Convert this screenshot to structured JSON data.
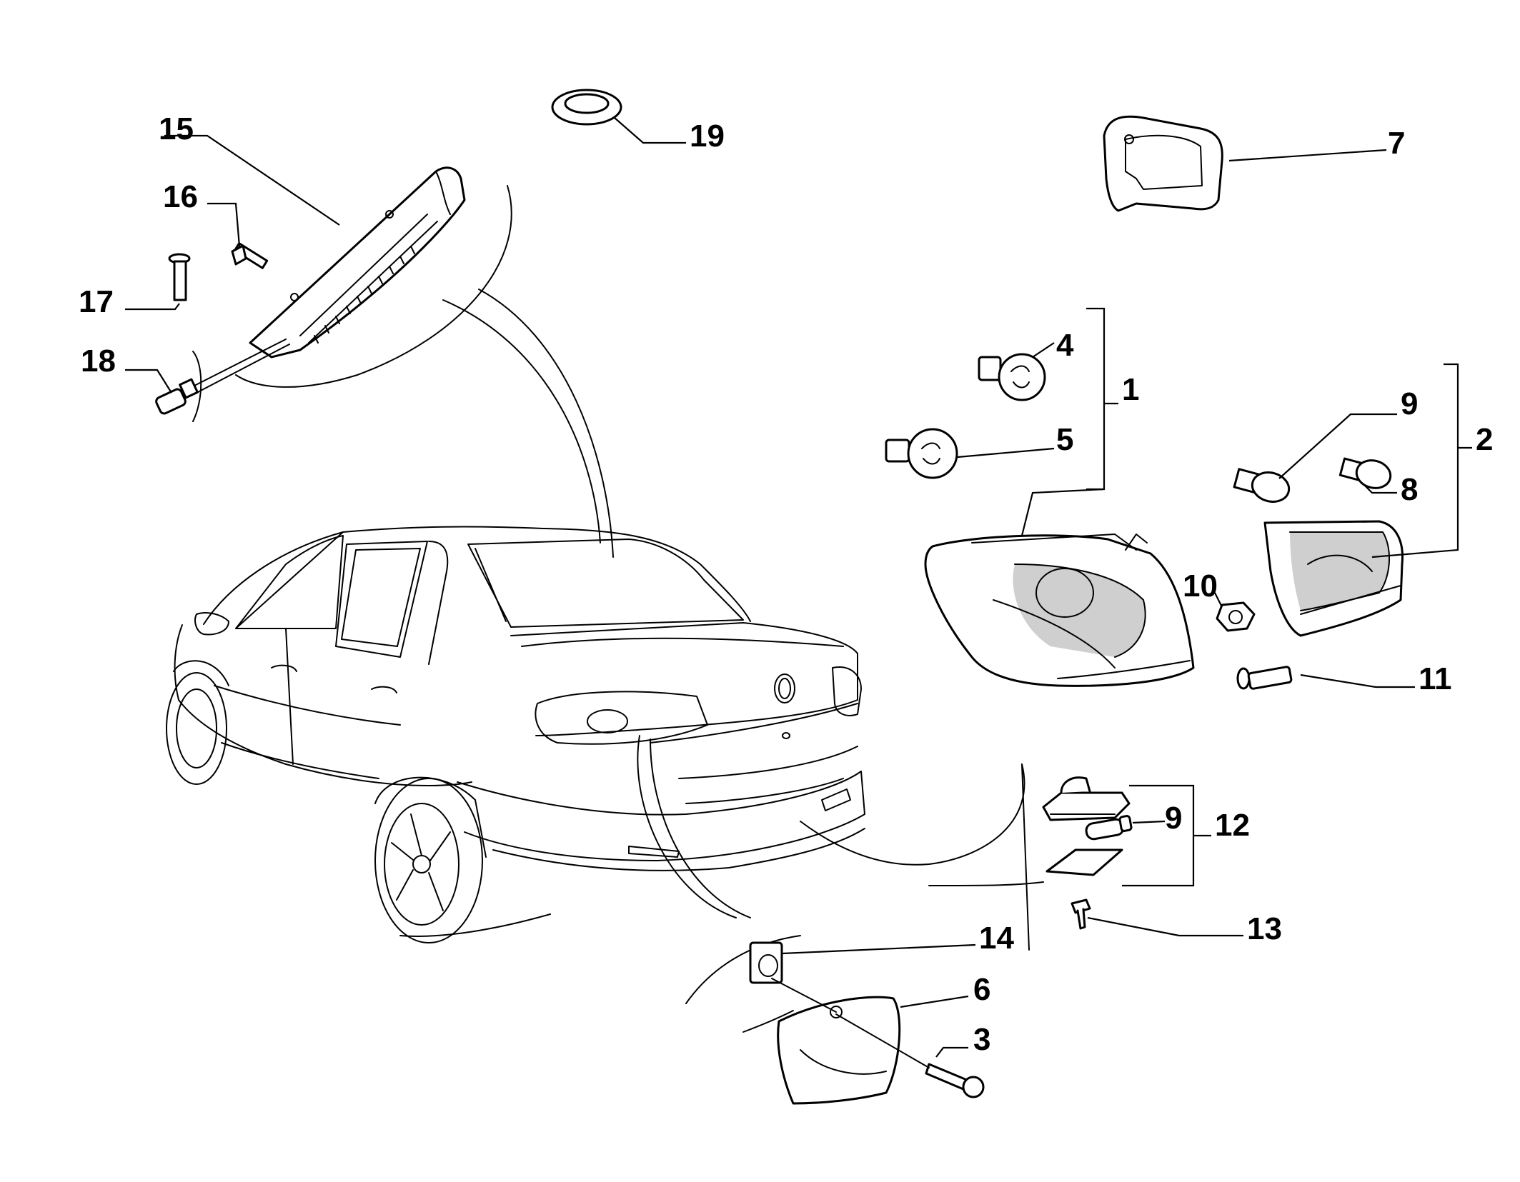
{
  "callouts": [
    "1",
    "2",
    "3",
    "4",
    "5",
    "6",
    "7",
    "8",
    "9",
    "9",
    "10",
    "11",
    "12",
    "13",
    "14",
    "15",
    "16",
    "17",
    "18",
    "19"
  ]
}
